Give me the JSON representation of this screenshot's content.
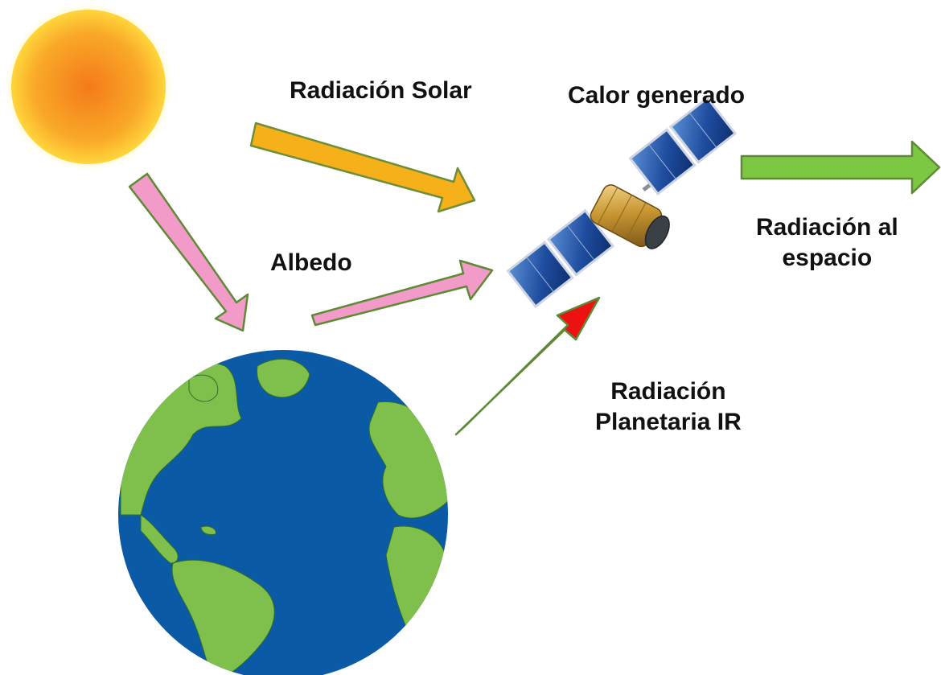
{
  "labels": {
    "solar": "Radiación Solar",
    "heat": "Calor generado",
    "albedo": "Albedo",
    "space_line1": "Radiación al",
    "space_line2": "espacio",
    "ir_line1": "Radiación",
    "ir_line2": "Planetaria IR"
  },
  "colors": {
    "solar_arrow": "#F5B01A",
    "albedo_arrow": "#F29BC9",
    "ir_arrow": "#EE1111",
    "space_arrow": "#7CC842",
    "arrow_outline": "#5E8A36",
    "sun_core": "#F7861C",
    "sun_edge": "#FFD23A",
    "ocean": "#0B5AA5",
    "land": "#7FBF4B"
  },
  "icons": {
    "sun": "sun-icon",
    "earth": "earth-globe-icon",
    "satellite": "satellite-icon"
  }
}
